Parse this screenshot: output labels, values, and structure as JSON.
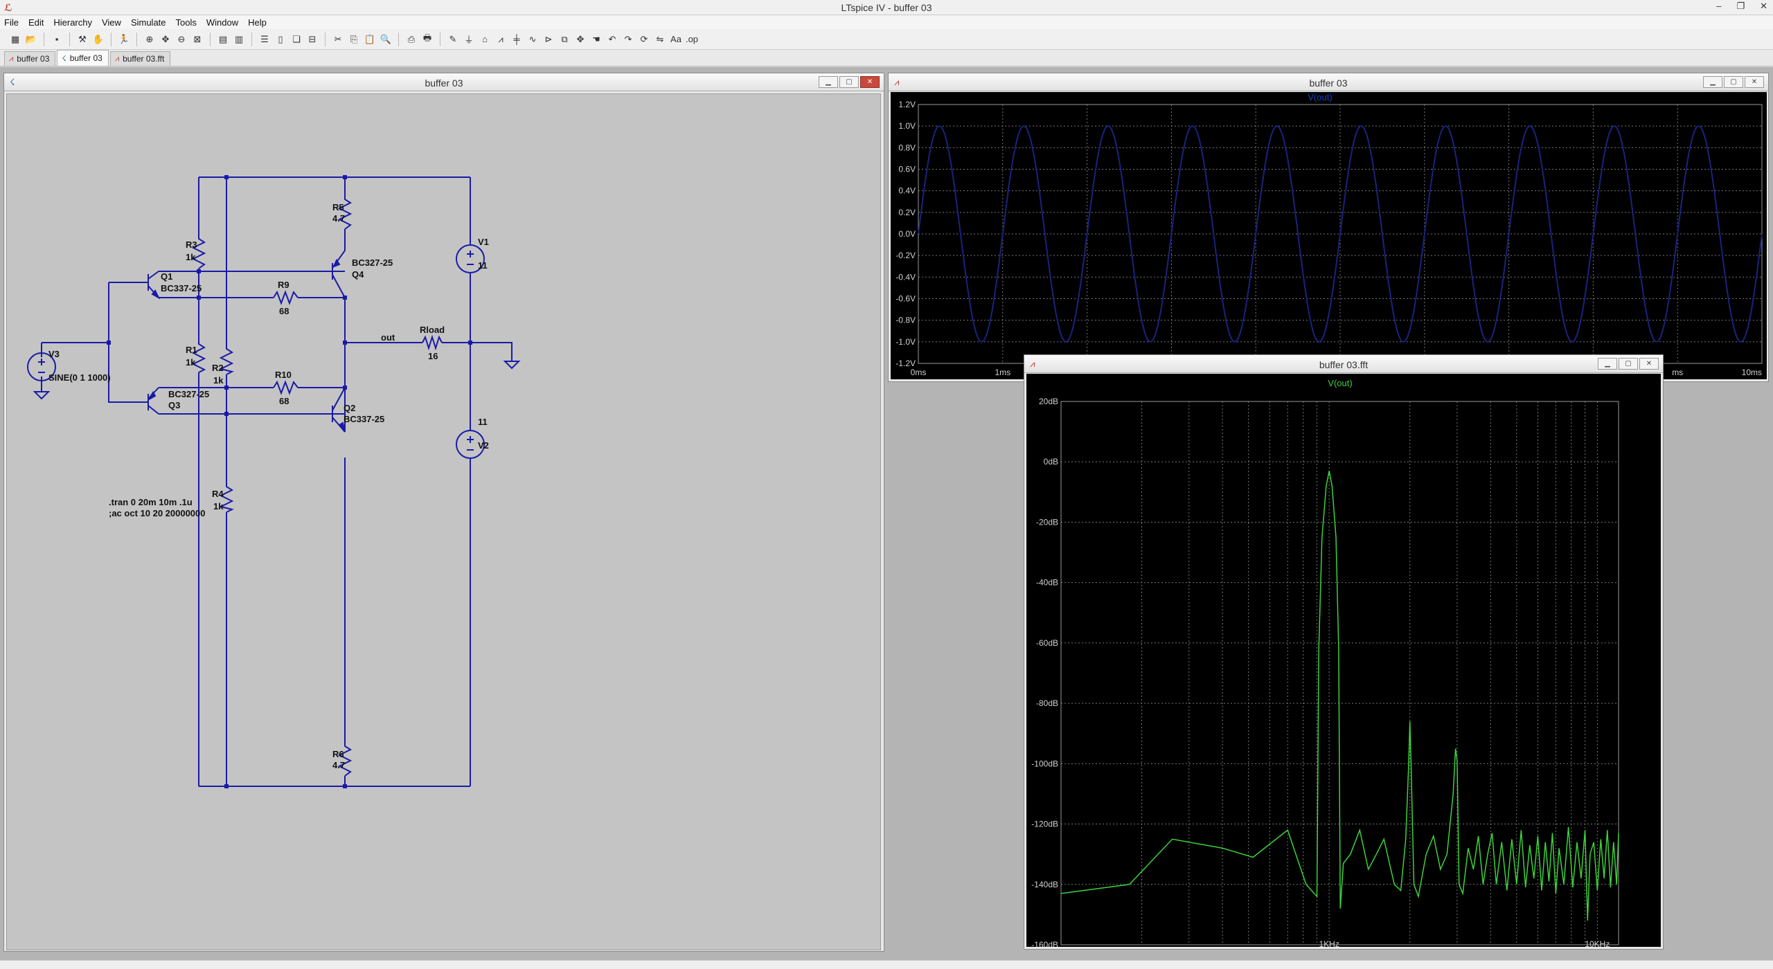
{
  "app": {
    "title": "LTspice IV - buffer 03"
  },
  "menu": [
    "File",
    "Edit",
    "Hierarchy",
    "View",
    "Simulate",
    "Tools",
    "Window",
    "Help"
  ],
  "tabs": [
    {
      "label": "buffer 03",
      "icon": "waveform-icon"
    },
    {
      "label": "buffer 03",
      "icon": "schematic-icon"
    },
    {
      "label": "buffer 03.fft",
      "icon": "waveform-icon"
    }
  ],
  "schematic": {
    "window_title": "buffer 03",
    "labels": {
      "r5": "R5",
      "r5v": "4.7",
      "r3": "R3",
      "r3v": "1k",
      "r1": "R1",
      "r1v": "1k",
      "r2": "R2",
      "r2v": "1k",
      "r4": "R4",
      "r4v": "1k",
      "r6": "R6",
      "r6v": "4.7",
      "r9": "R9",
      "r9v": "68",
      "r10": "R10",
      "r10v": "68",
      "rload": "Rload",
      "rloadv": "16",
      "q1": "Q1",
      "q1m": "BC337-25",
      "q2": "Q2",
      "q2m": "BC337-25",
      "q3": "Q3",
      "q3m": "BC327-25",
      "q4": "Q4",
      "q4m": "BC327-25",
      "v1": "V1",
      "v1v": "11",
      "v2": "V2",
      "v2v": "11",
      "v3": "V3",
      "v3v": "SINE(0 1 1000)",
      "out": "out",
      "dir1": ".tran 0 20m 10m .1u",
      "dir2": ";ac oct 10 20 20000000"
    }
  },
  "time_plot": {
    "window_title": "buffer 03",
    "trace_name": "V(out)",
    "trace_color": "#1a237e",
    "yticks": [
      "1.2V",
      "1.0V",
      "0.8V",
      "0.6V",
      "0.4V",
      "0.2V",
      "0.0V",
      "-0.2V",
      "-0.4V",
      "-0.6V",
      "-0.8V",
      "-1.0V",
      "-1.2V"
    ],
    "xticks": [
      "0ms",
      "1ms",
      "ms",
      "10ms"
    ]
  },
  "fft_plot": {
    "window_title": "buffer 03.fft",
    "trace_name": "V(out)",
    "trace_color": "#3cd23c",
    "yticks": [
      "20dB",
      "0dB",
      "-20dB",
      "-40dB",
      "-60dB",
      "-80dB",
      "-100dB",
      "-120dB",
      "-140dB",
      "-160dB"
    ],
    "xticks": [
      "1KHz",
      "10KHz"
    ]
  },
  "colors": {
    "wire": "#1a1aa6",
    "background": "#c4c4c4",
    "plot_bg": "#000000",
    "grid": "#777777"
  }
}
